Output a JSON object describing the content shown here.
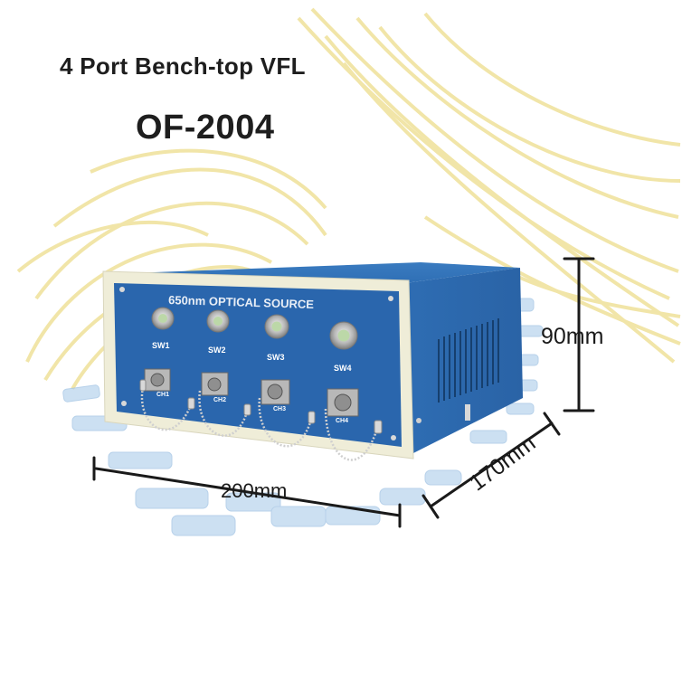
{
  "header": {
    "title": "4 Port Bench-top VFL",
    "model": "OF-2004"
  },
  "device": {
    "panel_label": "650nm OPTICAL SOURCE",
    "switches": [
      "SW1",
      "SW2",
      "SW3",
      "SW4"
    ],
    "channels": [
      "CH1",
      "CH2",
      "CH3",
      "CH4"
    ]
  },
  "dimensions": {
    "height": "90mm",
    "width": "200mm",
    "depth": "170mm"
  },
  "colors": {
    "case_blue": "#2f6fb5",
    "panel_blue": "#2a66ad",
    "frame_cream": "#efedd8",
    "fiber_yellow": "#f1e4a4",
    "connector_blue": "#bcd6ee"
  }
}
